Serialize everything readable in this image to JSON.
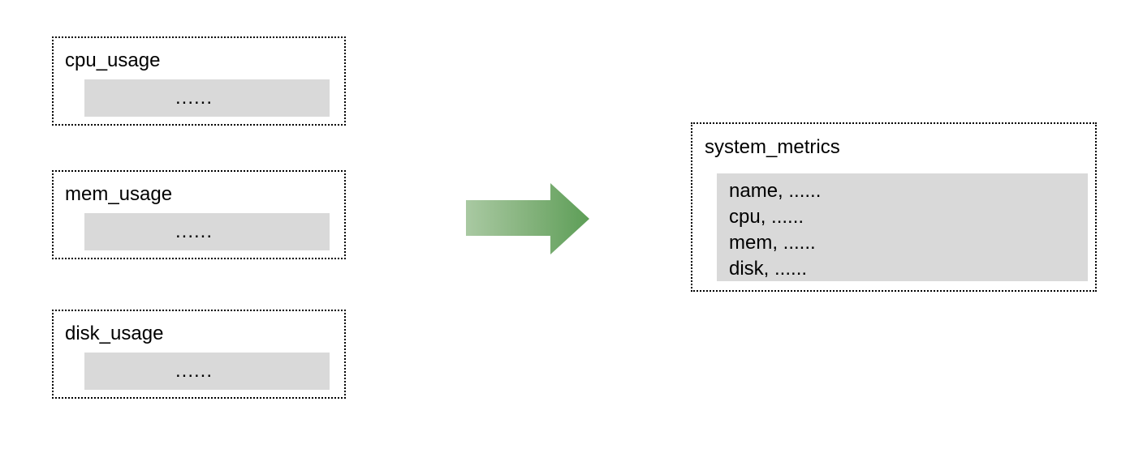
{
  "diagram": {
    "type": "data-aggregation-flow",
    "background_color": "#ffffff",
    "sources": [
      {
        "title": "cpu_usage",
        "content": "......"
      },
      {
        "title": "mem_usage",
        "content": "......"
      },
      {
        "title": "disk_usage",
        "content": "......"
      }
    ],
    "arrow": {
      "direction": "right",
      "label": "",
      "gradient_start_color": "#a3c59c",
      "gradient_end_color": "#5d9e57"
    },
    "target": {
      "title": "system_metrics",
      "rows": [
        "name, ......",
        "cpu, ......",
        "mem, ......",
        "disk, ......"
      ]
    },
    "colors": {
      "payload_fill": "#d9d9d9",
      "border": "#000000",
      "text": "#000000"
    }
  }
}
